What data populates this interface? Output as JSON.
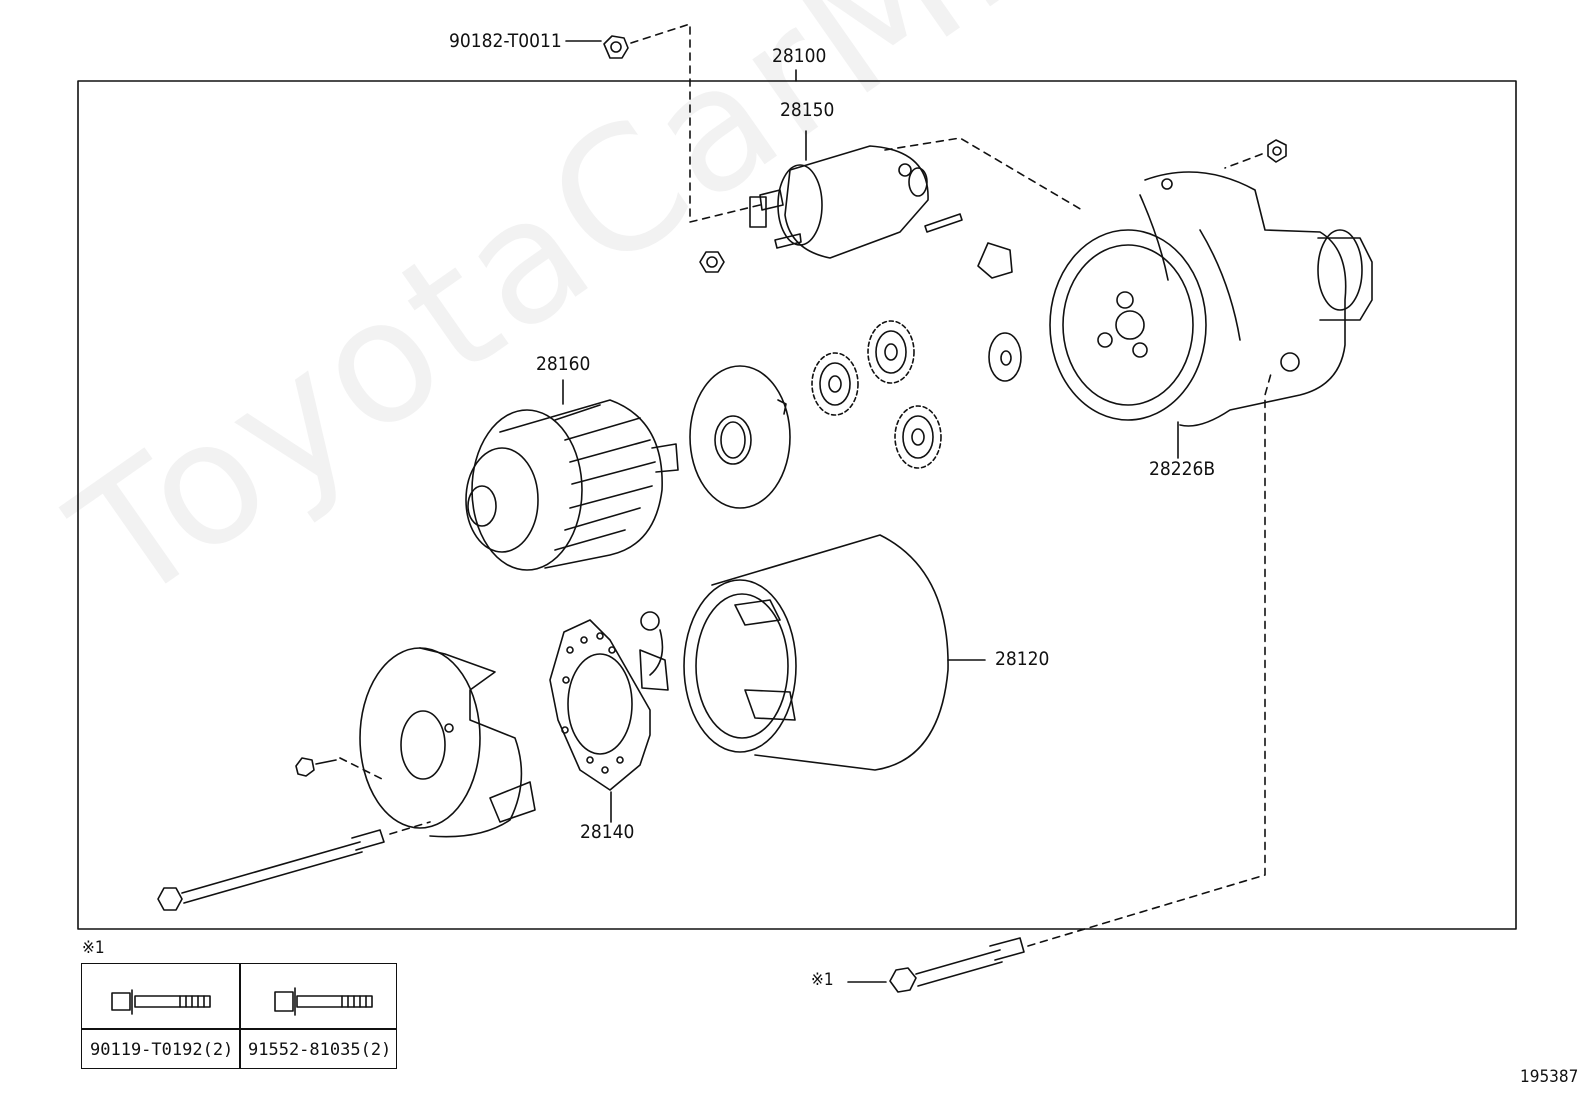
{
  "labels": {
    "nut_top": "90182-T0011",
    "assembly": "28100",
    "solenoid": "28150",
    "armature": "28160",
    "housing": "28226B",
    "yoke": "28120",
    "brush_holder": "28140",
    "bolt_ref": "※1",
    "table_ref": "※1",
    "diagram_id": "195387"
  },
  "table": {
    "col1_part": "90119-T0192(2)",
    "col2_part": "91552-81035(2)"
  },
  "watermark": "ToyotaCarMine.ru"
}
